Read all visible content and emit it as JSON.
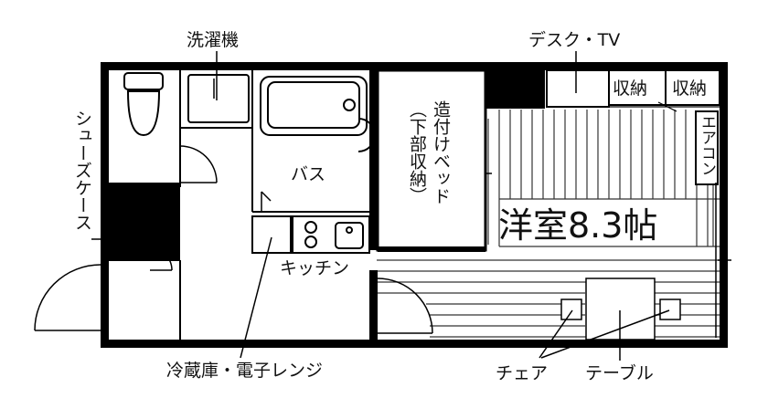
{
  "plan": {
    "labels": {
      "washing_machine": "洗濯機",
      "desk_tv": "デスク・TV",
      "storage_1": "収納",
      "storage_2": "収納",
      "aircon": "エアコン",
      "bath": "バス",
      "built_in_bed": "造付けベッド",
      "bed_storage": "（下部収納）",
      "shoe_case": "シューズケース",
      "room_name": "洋室8.3帖",
      "kitchen": "キッチン",
      "fridge_microwave": "冷蔵庫・電子レンジ",
      "chair": "チェア",
      "table": "テーブル"
    }
  }
}
